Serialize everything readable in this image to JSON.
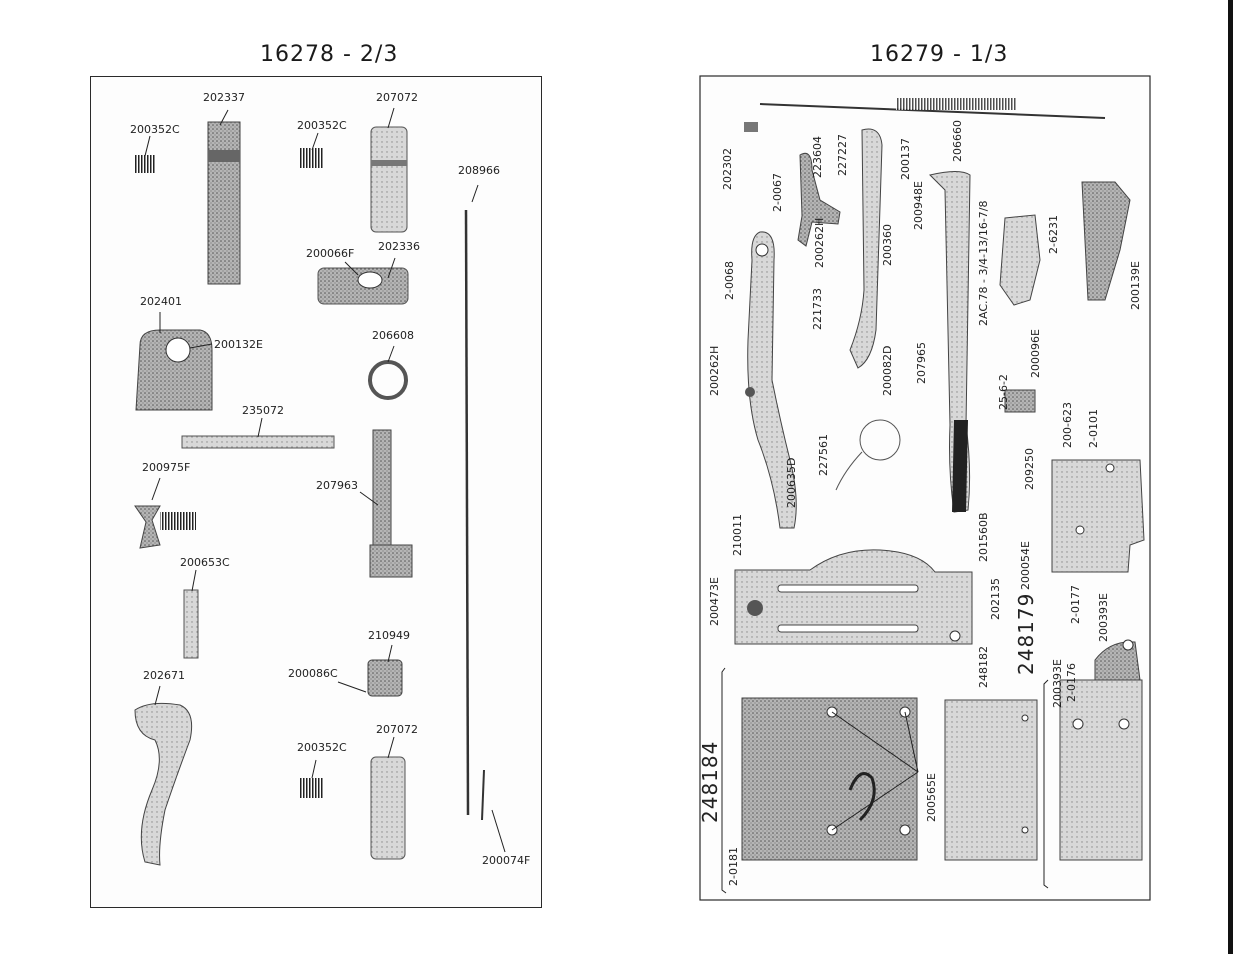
{
  "page": {
    "left_title": "16278 - 2/3",
    "right_title": "16279 - 1/3"
  },
  "left_parts": [
    {
      "id": "lp1",
      "label": "202337"
    },
    {
      "id": "lp2",
      "label": "207072"
    },
    {
      "id": "lp3",
      "label": "200352C"
    },
    {
      "id": "lp4",
      "label": "200352C"
    },
    {
      "id": "lp5",
      "label": "208966"
    },
    {
      "id": "lp6",
      "label": "200066F"
    },
    {
      "id": "lp7",
      "label": "202336"
    },
    {
      "id": "lp8",
      "label": "202401"
    },
    {
      "id": "lp9",
      "label": "200132E"
    },
    {
      "id": "lp10",
      "label": "206608"
    },
    {
      "id": "lp11",
      "label": "235072"
    },
    {
      "id": "lp12",
      "label": "200975F"
    },
    {
      "id": "lp13",
      "label": "207963"
    },
    {
      "id": "lp14",
      "label": "200653C"
    },
    {
      "id": "lp15",
      "label": "210949"
    },
    {
      "id": "lp16",
      "label": "202671"
    },
    {
      "id": "lp17",
      "label": "200086C"
    },
    {
      "id": "lp18",
      "label": "207072"
    },
    {
      "id": "lp19",
      "label": "200352C"
    },
    {
      "id": "lp20",
      "label": "200074F"
    }
  ],
  "right_parts_vertical": [
    {
      "id": "rp1",
      "label": "202302"
    },
    {
      "id": "rp2",
      "label": "223604"
    },
    {
      "id": "rp3",
      "label": "227227"
    },
    {
      "id": "rp4",
      "label": "200137"
    },
    {
      "id": "rp5",
      "label": "206660"
    },
    {
      "id": "rp6",
      "label": "2-0067"
    },
    {
      "id": "rp7",
      "label": "200262H"
    },
    {
      "id": "rp8",
      "label": "200360"
    },
    {
      "id": "rp9",
      "label": "200948E"
    },
    {
      "id": "rp10",
      "label": "2-6231"
    },
    {
      "id": "rp11",
      "label": "200139E"
    },
    {
      "id": "rp12",
      "label": "2-0068"
    },
    {
      "id": "rp13",
      "label": "221733"
    },
    {
      "id": "rp14",
      "label": "2AC.78 - 3/4-13/16-7/8"
    },
    {
      "id": "rp15",
      "label": "200262H"
    },
    {
      "id": "rp16",
      "label": "200082D"
    },
    {
      "id": "rp17",
      "label": "207965"
    },
    {
      "id": "rp18",
      "label": "25-6-2"
    },
    {
      "id": "rp19",
      "label": "200096E"
    },
    {
      "id": "rp20",
      "label": "200-623"
    },
    {
      "id": "rp21",
      "label": "2-0101"
    },
    {
      "id": "rp22",
      "label": "227561"
    },
    {
      "id": "rp23",
      "label": "200635D"
    },
    {
      "id": "rp24",
      "label": "209250"
    },
    {
      "id": "rp25",
      "label": "210011"
    },
    {
      "id": "rp26",
      "label": "201560B"
    },
    {
      "id": "rp27",
      "label": "200054E"
    },
    {
      "id": "rp28",
      "label": "200473E"
    },
    {
      "id": "rp29",
      "label": "202135"
    },
    {
      "id": "rp30",
      "label": "248179"
    },
    {
      "id": "rp31",
      "label": "2-0177"
    },
    {
      "id": "rp32",
      "label": "200393E"
    },
    {
      "id": "rp33",
      "label": "248182"
    },
    {
      "id": "rp34",
      "label": "200393E"
    },
    {
      "id": "rp35",
      "label": "2-0176"
    },
    {
      "id": "rp36",
      "label": "248184"
    },
    {
      "id": "rp37",
      "label": "200565E"
    },
    {
      "id": "rp38",
      "label": "2-0181"
    }
  ],
  "colors": {
    "ink": "#1a1a1a",
    "part_fill": "#9a9a9a",
    "part_dark": "#4a4a4a",
    "paper": "#fdfdfd"
  }
}
